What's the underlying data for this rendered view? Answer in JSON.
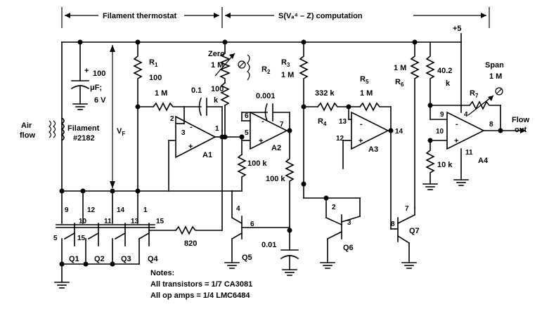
{
  "header": {
    "filament_section": "Filament thermostat",
    "computation_section": "S(Vₐ⁴ – Z) computation",
    "supply": "+5"
  },
  "labels": {
    "cap_top_value": "100",
    "cap_top_unit": "μF;",
    "cap_top_volt": "6 V",
    "cap_plus": "+",
    "airflow_1": "Air",
    "airflow_2": "flow",
    "filament_1": "Filament",
    "filament_2": "#2182",
    "vf": "V",
    "vf_sub": "F",
    "r1_name": "R",
    "r1_sub": "1",
    "r1_val": "100",
    "r_1m_a": "1 M",
    "c_01": "0.1",
    "zero_1": "Zero",
    "zero_2": "1 M",
    "r100k_top_1": "100",
    "r100k_top_2": "k",
    "r2_name": "R",
    "r2_sub": "2",
    "c_0001": "0.001",
    "r3_name": "R",
    "r3_sub": "3",
    "r3_val": "1 M",
    "r_332k": "332 k",
    "r4_name": "R",
    "r4_sub": "4",
    "r5_name": "R",
    "r5_sub": "5",
    "r5_val": "1 M",
    "r6_val": "1 M",
    "r6_name": "R",
    "r6_sub": "6",
    "r_402k_1": "40.2",
    "r_402k_2": "k",
    "span_1": "Span",
    "span_2": "1 M",
    "r7_name": "R",
    "r7_sub": "7",
    "flow_1": "Flow",
    "flow_2": "out",
    "r_100k_a": "100 k",
    "r_100k_b": "100 k",
    "r_10k": "10 k",
    "r_820": "820",
    "c_001": "0.01",
    "a1": "A1",
    "a2": "A2",
    "a3": "A3",
    "a4": "A4",
    "q1": "Q1",
    "q2": "Q2",
    "q3": "Q3",
    "q4": "Q4",
    "q5": "Q5",
    "q6": "Q6",
    "q7": "Q7",
    "minus": "-",
    "plus": "+"
  },
  "pins": {
    "a1_2": "2",
    "a1_3": "3",
    "a1_1": "1",
    "a2_6": "6",
    "a2_5": "5",
    "a2_7": "7",
    "a3_13": "13",
    "a3_12": "12",
    "a3_14": "14",
    "a4_9": "9",
    "a4_10": "10",
    "a4_8": "8",
    "a4_4": "4",
    "a4_11": "11",
    "q_9": "9",
    "q_12": "12",
    "q_14": "14",
    "q_1": "1",
    "q_10": "10",
    "q_11": "11",
    "q_13": "13",
    "q_15b": "15",
    "q_5": "5",
    "q_15a": "15",
    "q5_4": "4",
    "q5_6": "6",
    "q6_2": "2",
    "q6_3": "3",
    "q7_7": "7",
    "q7_8": "8"
  },
  "notes": {
    "title": "Notes:",
    "line1": "All transistors = 1/7 CA3081",
    "line2": "All op amps = 1/4 LMC6484"
  }
}
